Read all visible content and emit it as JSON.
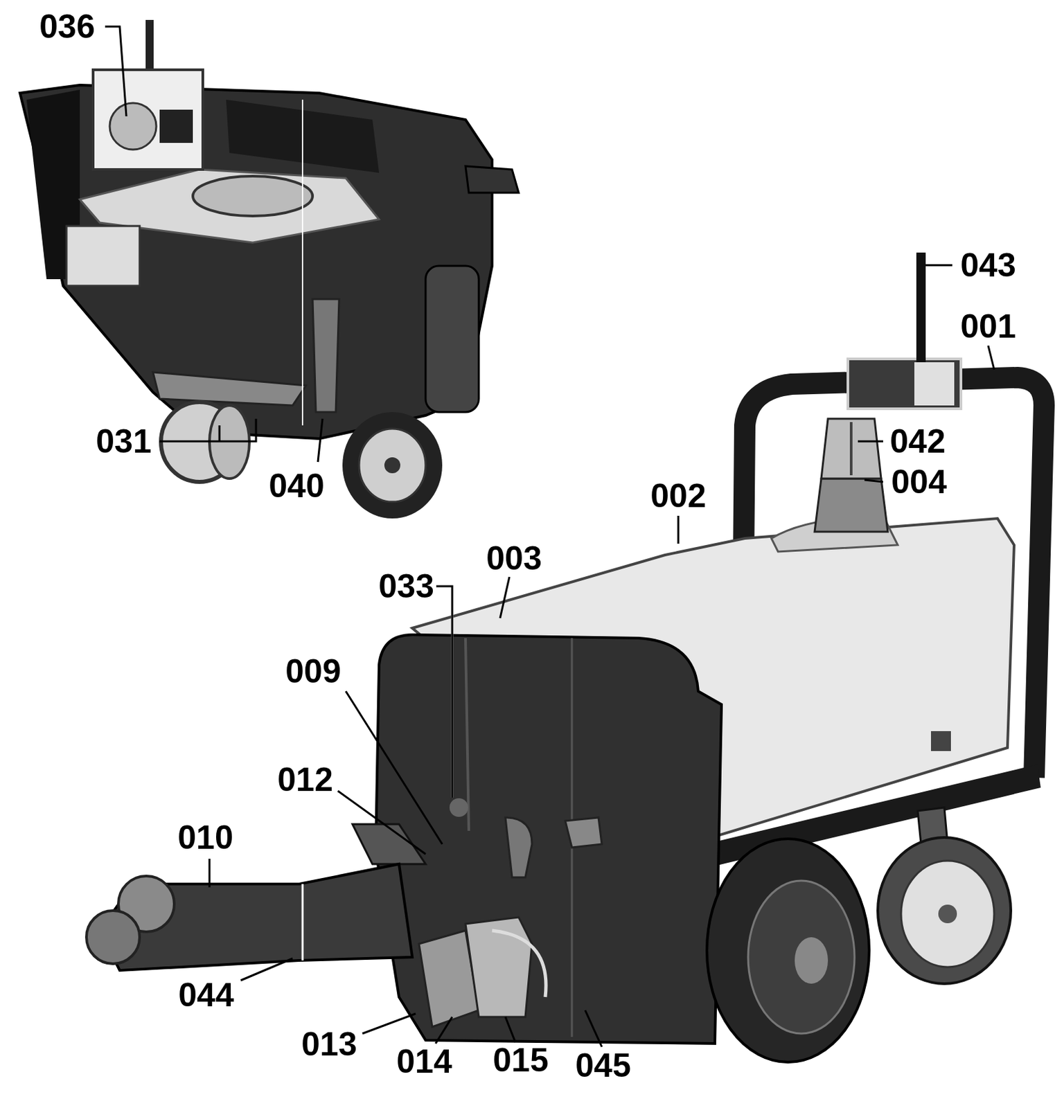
{
  "diagram": {
    "labels": [
      "036",
      "043",
      "001",
      "042",
      "004",
      "002",
      "003",
      "033",
      "009",
      "012",
      "010",
      "044",
      "013",
      "014",
      "015",
      "045",
      "031",
      "040"
    ]
  }
}
